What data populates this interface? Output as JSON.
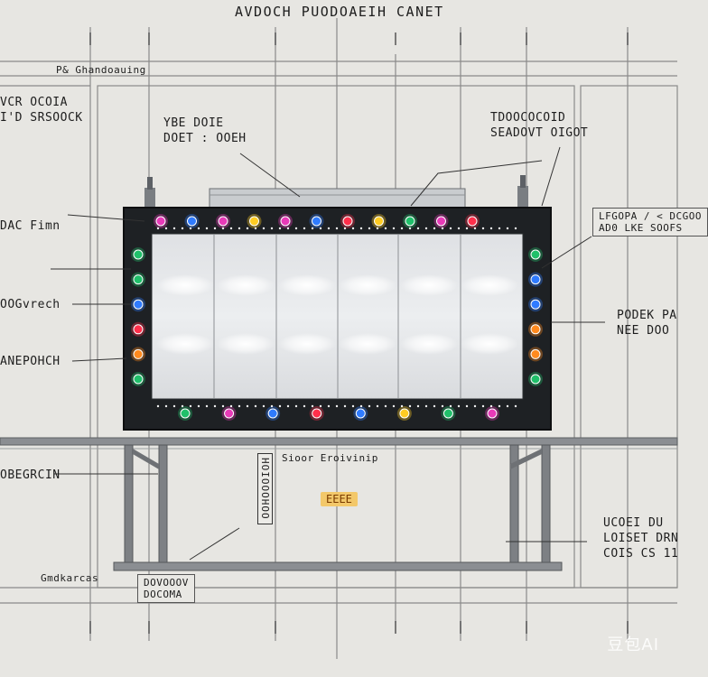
{
  "title": "AVDOCH PUODOAEIH CANET",
  "labels": {
    "top_left_tag": "P& Ghandoauing",
    "left_block": "VCR OCOIA\nI'D SRSOOCK",
    "center_callout": "YBE DOIE\nDOET : OOEH",
    "right_callout": "TDOOCOCOID\nSEADOVT OIGOT",
    "right_boxed": "LFGOPA / < DCGOO\nAD0 LKE SOOFS",
    "left_1": "DAC Fimn",
    "left_2": "OOGvrech",
    "left_3": "ANEPOHCH",
    "right_mid": "PODEK PA\nNEE DOO",
    "left_lower": "OBEGRCIN",
    "center_lower": "Sioor Eroivinip",
    "led_code": "EEEE",
    "vertical_strip": "HOIOOOHOO",
    "bottom_left": "Gmdkarcas",
    "bottom_box": "DOVOOOV\nDOCOMA",
    "right_lower": "UCOEI DU\nLOISET DRN\nCOIS CS 11"
  },
  "watermark": "豆包AI",
  "colors": {
    "background": "#e7e6e2",
    "line": "#8a8a8a",
    "frame": "#1e2124",
    "panel": "#e9eaec",
    "led_red": "#ff2f4b",
    "led_blue": "#2f7bff",
    "led_green": "#20c06a",
    "led_yellow": "#ffcc22",
    "led_magenta": "#e83ab8",
    "led_orange": "#ff8a1e"
  },
  "leds": {
    "top": [
      "magenta",
      "blue",
      "magenta",
      "yellow",
      "magenta",
      "blue",
      "red",
      "yellow",
      "green",
      "magenta",
      "red"
    ],
    "bottom": [
      "green",
      "magenta",
      "blue",
      "red",
      "blue",
      "yellow",
      "green",
      "magenta"
    ],
    "left": [
      "green",
      "green",
      "blue",
      "red",
      "orange",
      "green"
    ],
    "right": [
      "green",
      "blue",
      "blue",
      "orange",
      "orange",
      "green"
    ]
  }
}
